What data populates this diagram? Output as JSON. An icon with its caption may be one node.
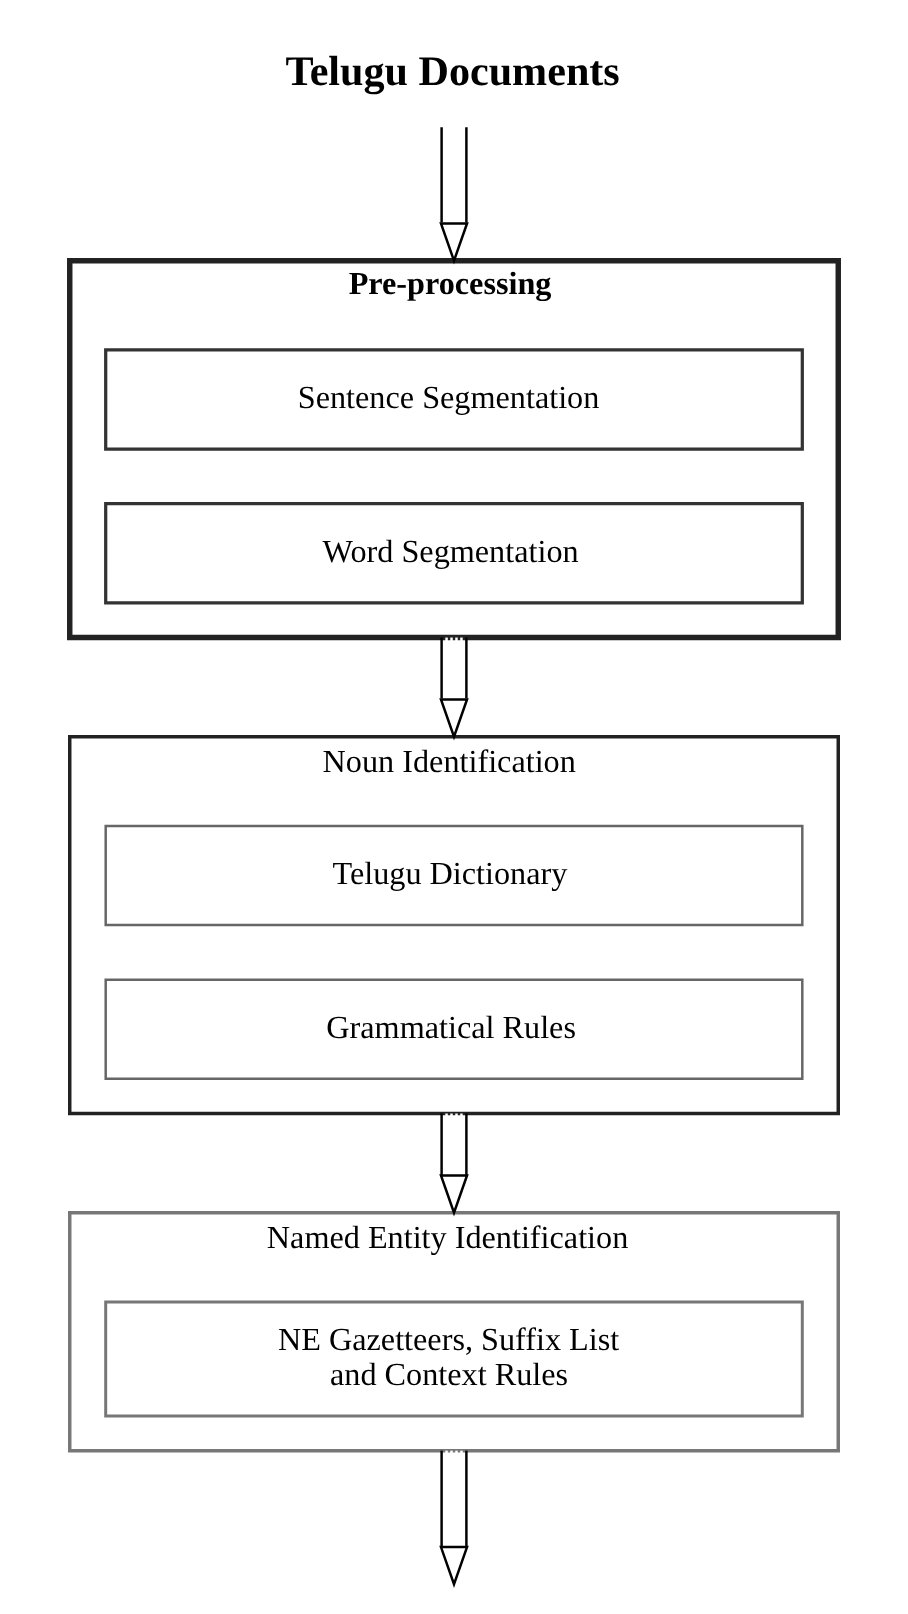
{
  "diagram": {
    "nodes": [
      {
        "text": [
          "Telugu Documents"
        ]
      },
      {
        "text": [
          "Pre-processing"
        ]
      },
      {
        "text": [
          "Sentence Segmentation"
        ],
        "in": 1
      },
      {
        "text": [
          "Word Segmentation"
        ],
        "in": 1
      },
      {
        "text": [
          "Noun Identification"
        ]
      },
      {
        "text": [
          "Telugu Dictionary"
        ],
        "in": 4
      },
      {
        "text": [
          "Grammatical Rules"
        ],
        "in": 4
      },
      {
        "text": [
          "Named Entity Identification"
        ]
      },
      {
        "text": [
          "NE Gazetteers, Suffix List and Context Rules"
        ],
        "in": 7
      }
    ],
    "edges": [
      {
        "from": 0,
        "to": 1,
        "arrow": "to"
      },
      {
        "from": 1,
        "to": 4,
        "arrow": "to"
      },
      {
        "from": 4,
        "to": 7,
        "arrow": "to"
      },
      {
        "from": 7,
        "to": null,
        "arrow": "to"
      }
    ]
  }
}
